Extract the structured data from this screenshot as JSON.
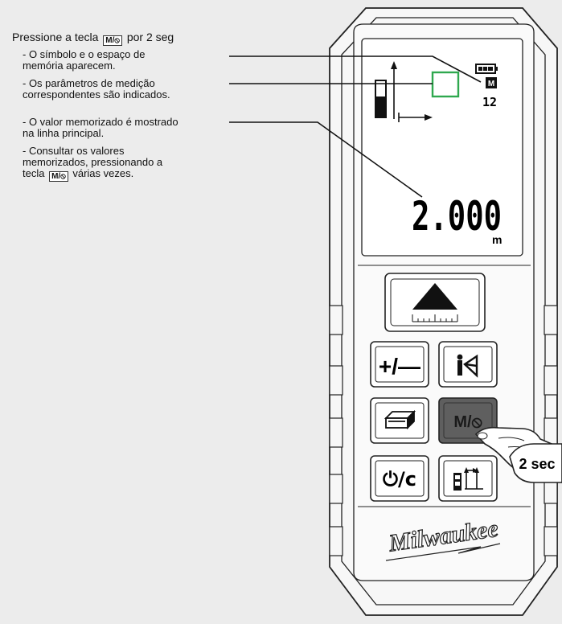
{
  "instructions": {
    "heading_prefix": "Pressione a tecla",
    "heading_suffix": "por 2 seg",
    "bullets": [
      [
        "- O símbolo e o espaço de",
        "memória aparecem."
      ],
      [
        "- Os parâmetros de medição",
        "correspondentes são indicados."
      ],
      [
        "- O valor memorizado é mostrado",
        "na linha principal."
      ],
      [
        "- Consultar os valores",
        "memorizados, pressionando a"
      ]
    ],
    "last_line_prefix": "tecla",
    "last_line_suffix": "várias vezes."
  },
  "keys": {
    "memory_key": "M/̸∘",
    "memory_key_short": "M/⦸",
    "plus_minus": "+/—",
    "power_clear": "⏻/c"
  },
  "display": {
    "memory_indicator": "M",
    "memory_slot": "12",
    "main_value": "2.000",
    "unit": "m"
  },
  "callout": {
    "duration": "2 sec"
  },
  "brand": {
    "logo": "Milwaukee"
  },
  "colors": {
    "highlight_box": "#2fa84f",
    "active_key": "#5f5f5f"
  }
}
